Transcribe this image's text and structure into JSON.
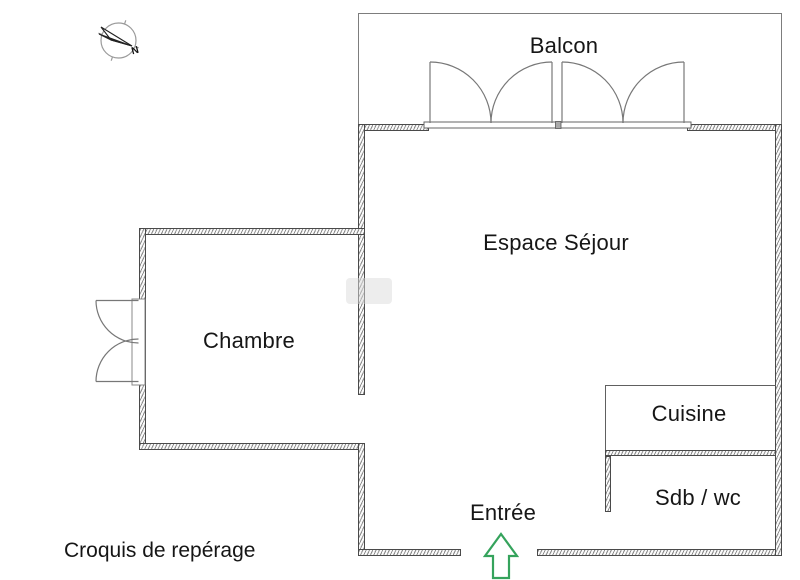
{
  "caption": "Croquis de repérage",
  "compass": {
    "north_label": "N"
  },
  "rooms": {
    "balcon": {
      "label": "Balcon"
    },
    "espace_sejour": {
      "label": "Espace Séjour"
    },
    "chambre": {
      "label": "Chambre"
    },
    "cuisine": {
      "label": "Cuisine"
    },
    "sdb_wc": {
      "label": "Sdb / wc"
    },
    "entree": {
      "label": "Entrée"
    }
  },
  "colors": {
    "wall_outline": "#4a4a4a",
    "wall_hatch": "#8c8c8c",
    "thin_line": "#606060",
    "door_stroke": "#777777",
    "text": "#161616",
    "entrance_arrow_green": "#35a35c"
  }
}
